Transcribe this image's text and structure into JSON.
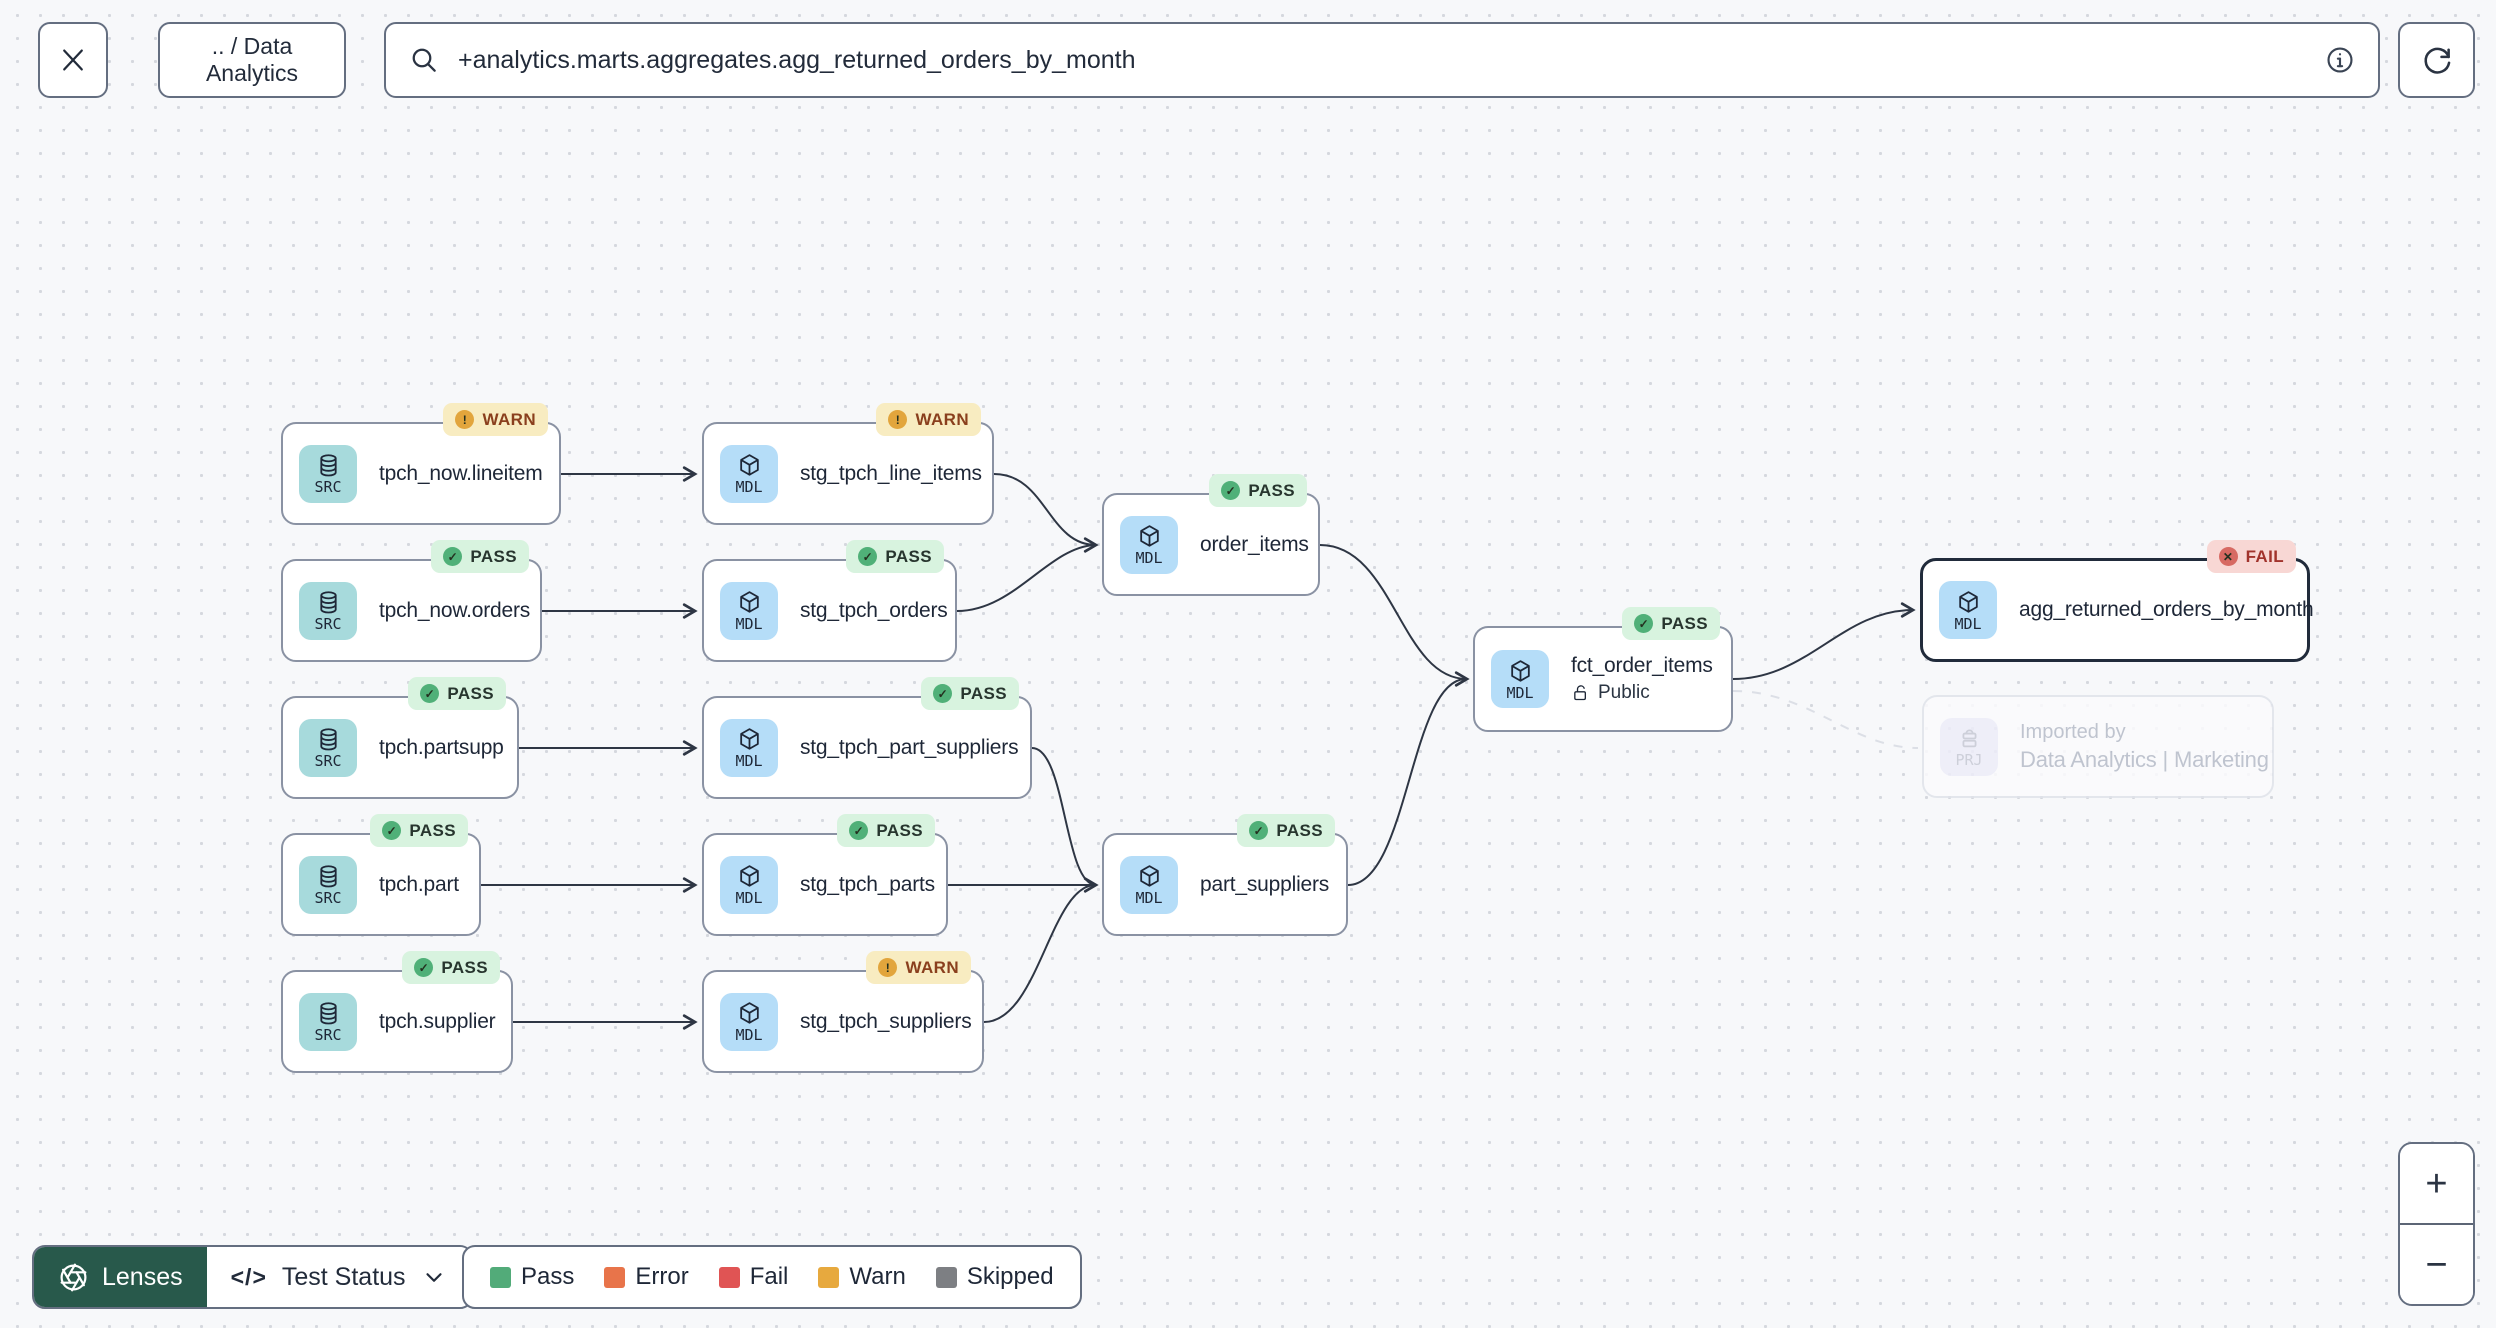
{
  "topbar": {
    "breadcrumb": ".. / Data Analytics",
    "search": {
      "value": "+analytics.marts.aggregates.agg_returned_orders_by_month"
    }
  },
  "graph": {
    "nodes": [
      {
        "id": "tpch_now_lineitem",
        "kind": "SRC",
        "label": "tpch_now.lineitem",
        "status": "WARN"
      },
      {
        "id": "stg_tpch_line_items",
        "kind": "MDL",
        "label": "stg_tpch_line_items",
        "status": "WARN"
      },
      {
        "id": "tpch_now_orders",
        "kind": "SRC",
        "label": "tpch_now.orders",
        "status": "PASS"
      },
      {
        "id": "stg_tpch_orders",
        "kind": "MDL",
        "label": "stg_tpch_orders",
        "status": "PASS"
      },
      {
        "id": "tpch_partsupp",
        "kind": "SRC",
        "label": "tpch.partsupp",
        "status": "PASS"
      },
      {
        "id": "stg_tpch_part_suppliers",
        "kind": "MDL",
        "label": "stg_tpch_part_suppliers",
        "status": "PASS"
      },
      {
        "id": "tpch_part",
        "kind": "SRC",
        "label": "tpch.part",
        "status": "PASS"
      },
      {
        "id": "stg_tpch_parts",
        "kind": "MDL",
        "label": "stg_tpch_parts",
        "status": "PASS"
      },
      {
        "id": "tpch_supplier",
        "kind": "SRC",
        "label": "tpch.supplier",
        "status": "PASS"
      },
      {
        "id": "stg_tpch_suppliers",
        "kind": "MDL",
        "label": "stg_tpch_suppliers",
        "status": "WARN"
      },
      {
        "id": "order_items",
        "kind": "MDL",
        "label": "order_items",
        "status": "PASS"
      },
      {
        "id": "part_suppliers",
        "kind": "MDL",
        "label": "part_suppliers",
        "status": "PASS"
      },
      {
        "id": "fct_order_items",
        "kind": "MDL",
        "label": "fct_order_items",
        "status": "PASS",
        "access": "Public"
      },
      {
        "id": "agg_returned_orders_by_month",
        "kind": "MDL",
        "label": "agg_returned_orders_by_month",
        "status": "FAIL",
        "selected": true
      },
      {
        "id": "imported_by_project",
        "kind": "PRJ",
        "title": "Imported by",
        "label": "Data Analytics | Marketing",
        "faded": true
      }
    ],
    "badges": {
      "PASS": {
        "glyph": "✓",
        "bg": "#d8f3df",
        "icon": "#50b078",
        "text_color": "#27352e"
      },
      "WARN": {
        "glyph": "!",
        "bg": "#f8ecc1",
        "icon": "#e2a53c",
        "text_color": "#8a3f1d"
      },
      "FAIL": {
        "glyph": "✕",
        "bg": "#f8d7d4",
        "icon": "#d76a63",
        "text_color": "#a1332c"
      }
    },
    "kind_colors": {
      "SRC": "#a7dadc",
      "MDL": "#b5ddf8",
      "PRJ": "#e4e4f6"
    }
  },
  "lenses": {
    "button_label": "Lenses",
    "active_lens": "Test Status"
  },
  "legend": {
    "items": [
      {
        "label": "Pass",
        "color": "#52ab79"
      },
      {
        "label": "Error",
        "color": "#e8744a"
      },
      {
        "label": "Fail",
        "color": "#e05454"
      },
      {
        "label": "Warn",
        "color": "#e7a93e"
      },
      {
        "label": "Skipped",
        "color": "#7d7f83"
      }
    ]
  },
  "zoom_controls": {
    "zoom_in": "+",
    "zoom_out": "−"
  }
}
